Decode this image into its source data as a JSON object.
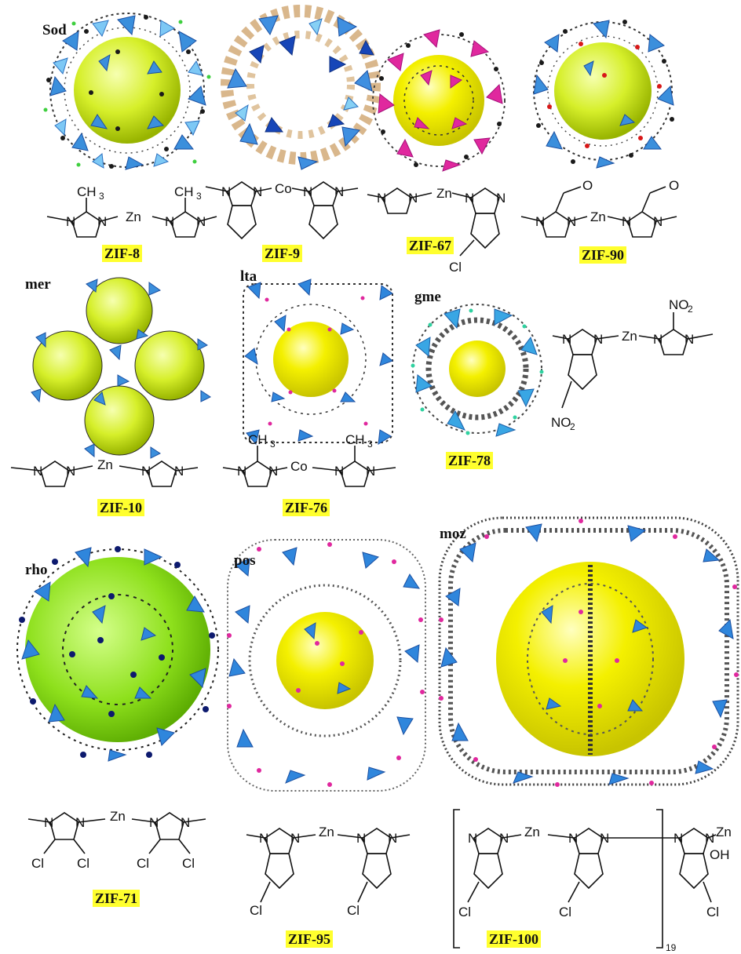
{
  "figure": {
    "panels": [
      {
        "id": "sod",
        "topology": "Sod",
        "zif": "ZIF-8"
      },
      {
        "id": "zif9",
        "topology": "",
        "zif": "ZIF-9"
      },
      {
        "id": "zif67",
        "topology": "",
        "zif": "ZIF-67"
      },
      {
        "id": "zif90",
        "topology": "",
        "zif": "ZIF-90"
      },
      {
        "id": "mer",
        "topology": "mer",
        "zif": "ZIF-10"
      },
      {
        "id": "lta",
        "topology": "lta",
        "zif": "ZIF-76"
      },
      {
        "id": "gme",
        "topology": "gme",
        "zif": "ZIF-78"
      },
      {
        "id": "rho",
        "topology": "rho",
        "zif": "ZIF-71"
      },
      {
        "id": "pos",
        "topology": "pos",
        "zif": "ZIF-95"
      },
      {
        "id": "moz",
        "topology": "moz",
        "zif": "ZIF-100"
      }
    ],
    "chem": {
      "metal_zn": "Zn",
      "metal_co": "Co",
      "methyl": "CH",
      "methyl_sub": "3",
      "nitro": "NO",
      "nitro_sub": "2",
      "chloro": "Cl",
      "nitrogen": "N",
      "oxygen": "O",
      "hydroxyl": "OH",
      "repeat_count": "19"
    },
    "colors": {
      "cage": "#f2f200",
      "cage_rho": "#9be51c",
      "tetra_light": "#4fb0e8",
      "tetra_dark": "#1f5fc8",
      "tetra_magenta": "#e0289e",
      "linker": "#222222",
      "highlight": "#ffff2e"
    }
  }
}
